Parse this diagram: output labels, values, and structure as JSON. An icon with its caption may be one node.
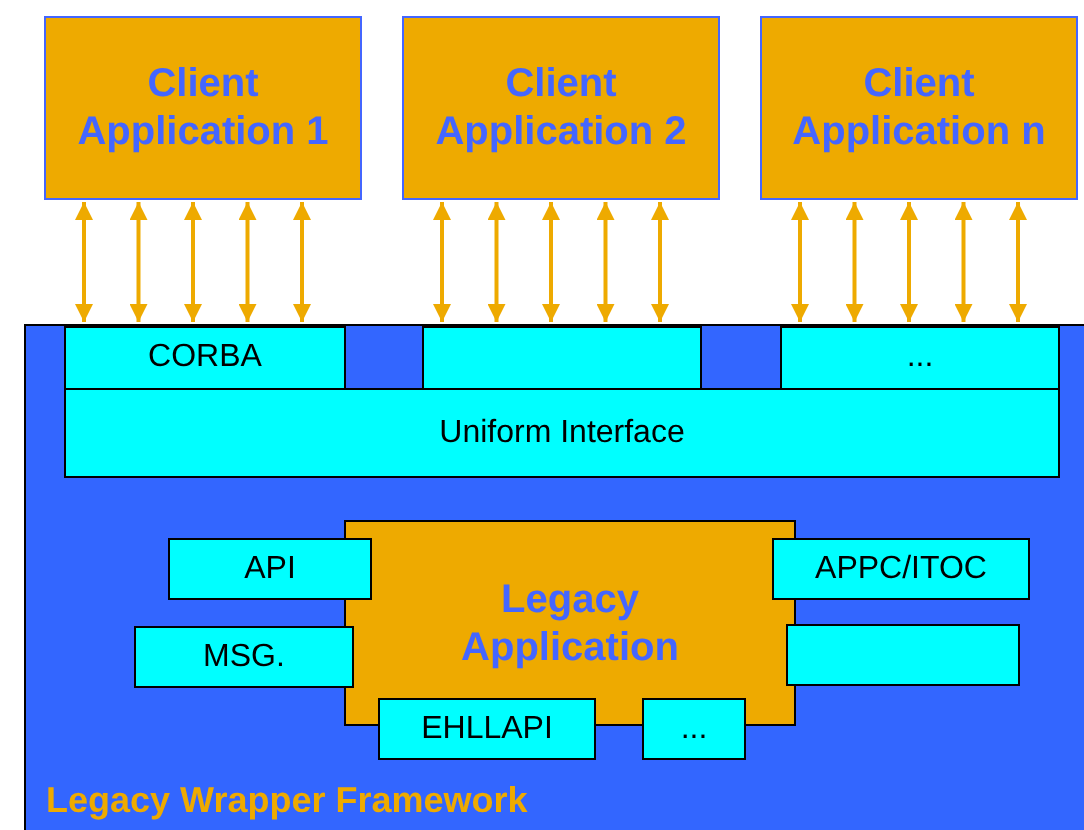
{
  "diagram": {
    "nodes": [
      {
        "text": [
          "Client Application 1"
        ]
      },
      {
        "text": [
          "Client Application 2"
        ]
      },
      {
        "text": [
          "Client Application n"
        ]
      },
      {
        "text": [
          "Legacy Wrapper Framework"
        ]
      },
      {
        "text": [
          "CORBA"
        ],
        "in": 3
      },
      {
        "text": [],
        "shape": "box",
        "in": 3
      },
      {
        "text": [
          "..."
        ],
        "in": 3
      },
      {
        "text": [
          "Uniform Interface"
        ],
        "in": 3
      },
      {
        "text": [
          "Legacy Application"
        ],
        "in": 3
      },
      {
        "text": [
          "API"
        ],
        "in": 3
      },
      {
        "text": [
          "APPC/ITOC"
        ],
        "in": 3
      },
      {
        "text": [
          "MSG."
        ],
        "in": 3
      },
      {
        "text": [],
        "shape": "box",
        "in": 3
      },
      {
        "text": [
          "EHLLAPI"
        ],
        "in": 3
      },
      {
        "text": [
          "..."
        ],
        "in": 3
      }
    ],
    "edges": [
      {
        "from": 0,
        "to": 4,
        "arrow": "both"
      },
      {
        "from": 0,
        "to": 4,
        "arrow": "both"
      },
      {
        "from": 0,
        "to": 4,
        "arrow": "both"
      },
      {
        "from": 0,
        "to": 4,
        "arrow": "both"
      },
      {
        "from": 0,
        "to": 4,
        "arrow": "both"
      },
      {
        "from": 1,
        "to": 5,
        "arrow": "both"
      },
      {
        "from": 1,
        "to": 5,
        "arrow": "both"
      },
      {
        "from": 1,
        "to": 5,
        "arrow": "both"
      },
      {
        "from": 1,
        "to": 5,
        "arrow": "both"
      },
      {
        "from": 1,
        "to": 5,
        "arrow": "both"
      },
      {
        "from": 2,
        "to": 6,
        "arrow": "both"
      },
      {
        "from": 2,
        "to": 6,
        "arrow": "both"
      },
      {
        "from": 2,
        "to": 6,
        "arrow": "both"
      },
      {
        "from": 2,
        "to": 6,
        "arrow": "both"
      },
      {
        "from": 2,
        "to": 6,
        "arrow": "both"
      }
    ]
  }
}
